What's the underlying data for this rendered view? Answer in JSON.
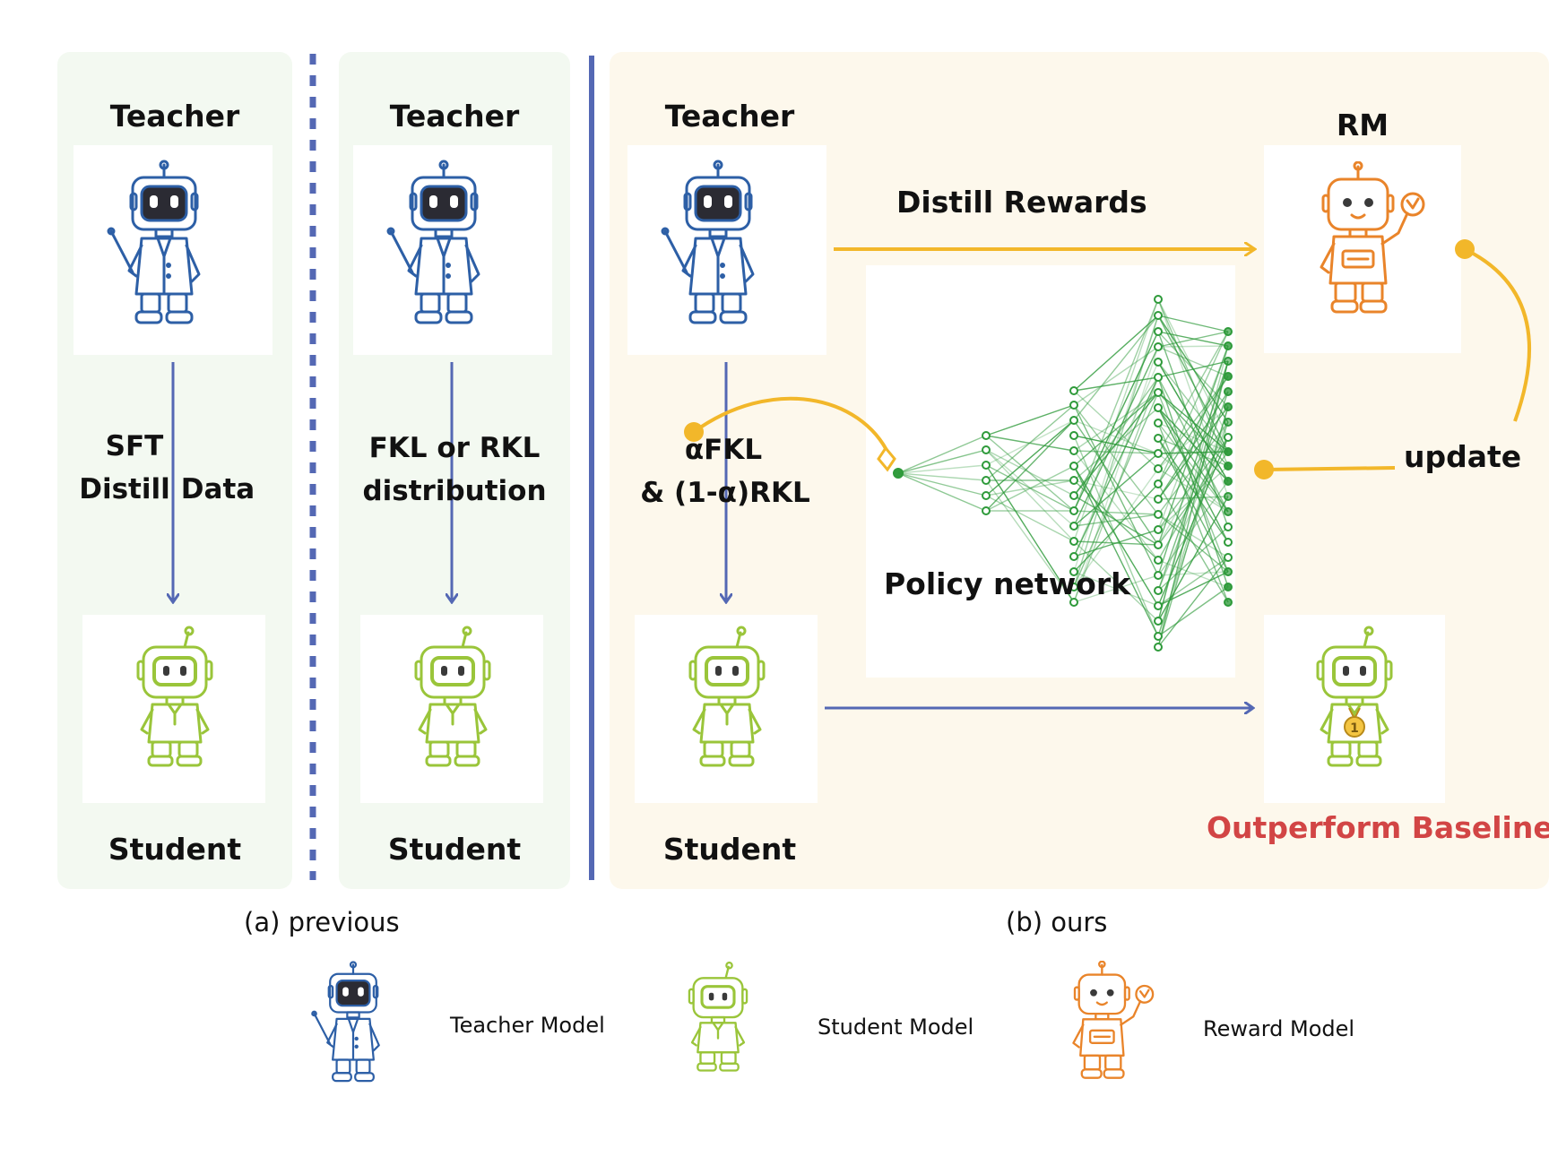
{
  "previous": {
    "col1": {
      "teacher": "Teacher",
      "method_line1": "SFT",
      "method_line2": "Distill",
      "method_line3": "Data",
      "student": "Student"
    },
    "col2": {
      "teacher": "Teacher",
      "method_line1": "FKL or RKL",
      "method_line2": "distribution",
      "student": "Student"
    },
    "caption": "(a) previous"
  },
  "ours": {
    "teacher": "Teacher",
    "method_line1": "αFKL",
    "method_line2": "& (1-α)RKL",
    "student": "Student",
    "distill_rewards": "Distill Rewards",
    "rm": "RM",
    "policy_network": "Policy network",
    "update": "update",
    "outperform": "Outperform Baseline",
    "caption": "(b) ours"
  },
  "legend": {
    "teacher": "Teacher Model",
    "student": "Student Model",
    "reward": "Reward Model"
  },
  "colors": {
    "teacher": "#2d5fa6",
    "student": "#9ac53a",
    "reward": "#e9842a",
    "arrow_blue": "#5468b4",
    "arrow_gold": "#f2b72a",
    "outperform": "#d24545",
    "network": "#2e9a3a"
  }
}
